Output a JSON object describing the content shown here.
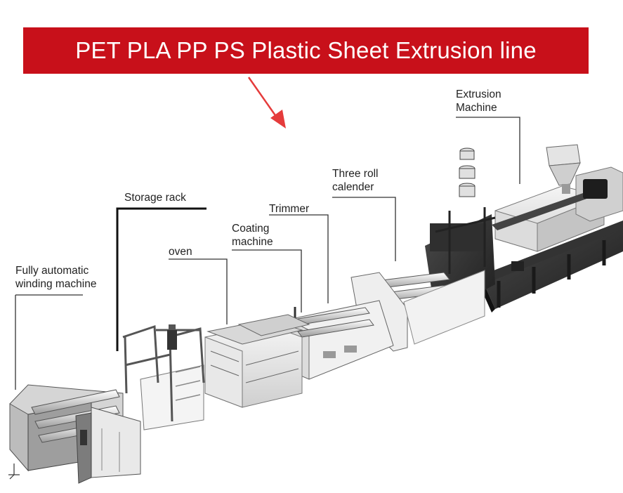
{
  "title": "PET PLA PP PS Plastic Sheet Extrusion line",
  "colors": {
    "banner": "#c8101a",
    "arrow": "#e53b3b",
    "machine_dark": "#2b2b2b",
    "machine_mid": "#8a8a8a",
    "machine_light": "#e9e9e9"
  },
  "labels": {
    "extrusion": "Extrusion\nMachine",
    "calender": "Three roll\ncalender",
    "trimmer": "Trimmer",
    "coating": "Coating\nmachine",
    "oven": "oven",
    "storage": "Storage rack",
    "winding": "Fully automatic\nwinding machine"
  }
}
